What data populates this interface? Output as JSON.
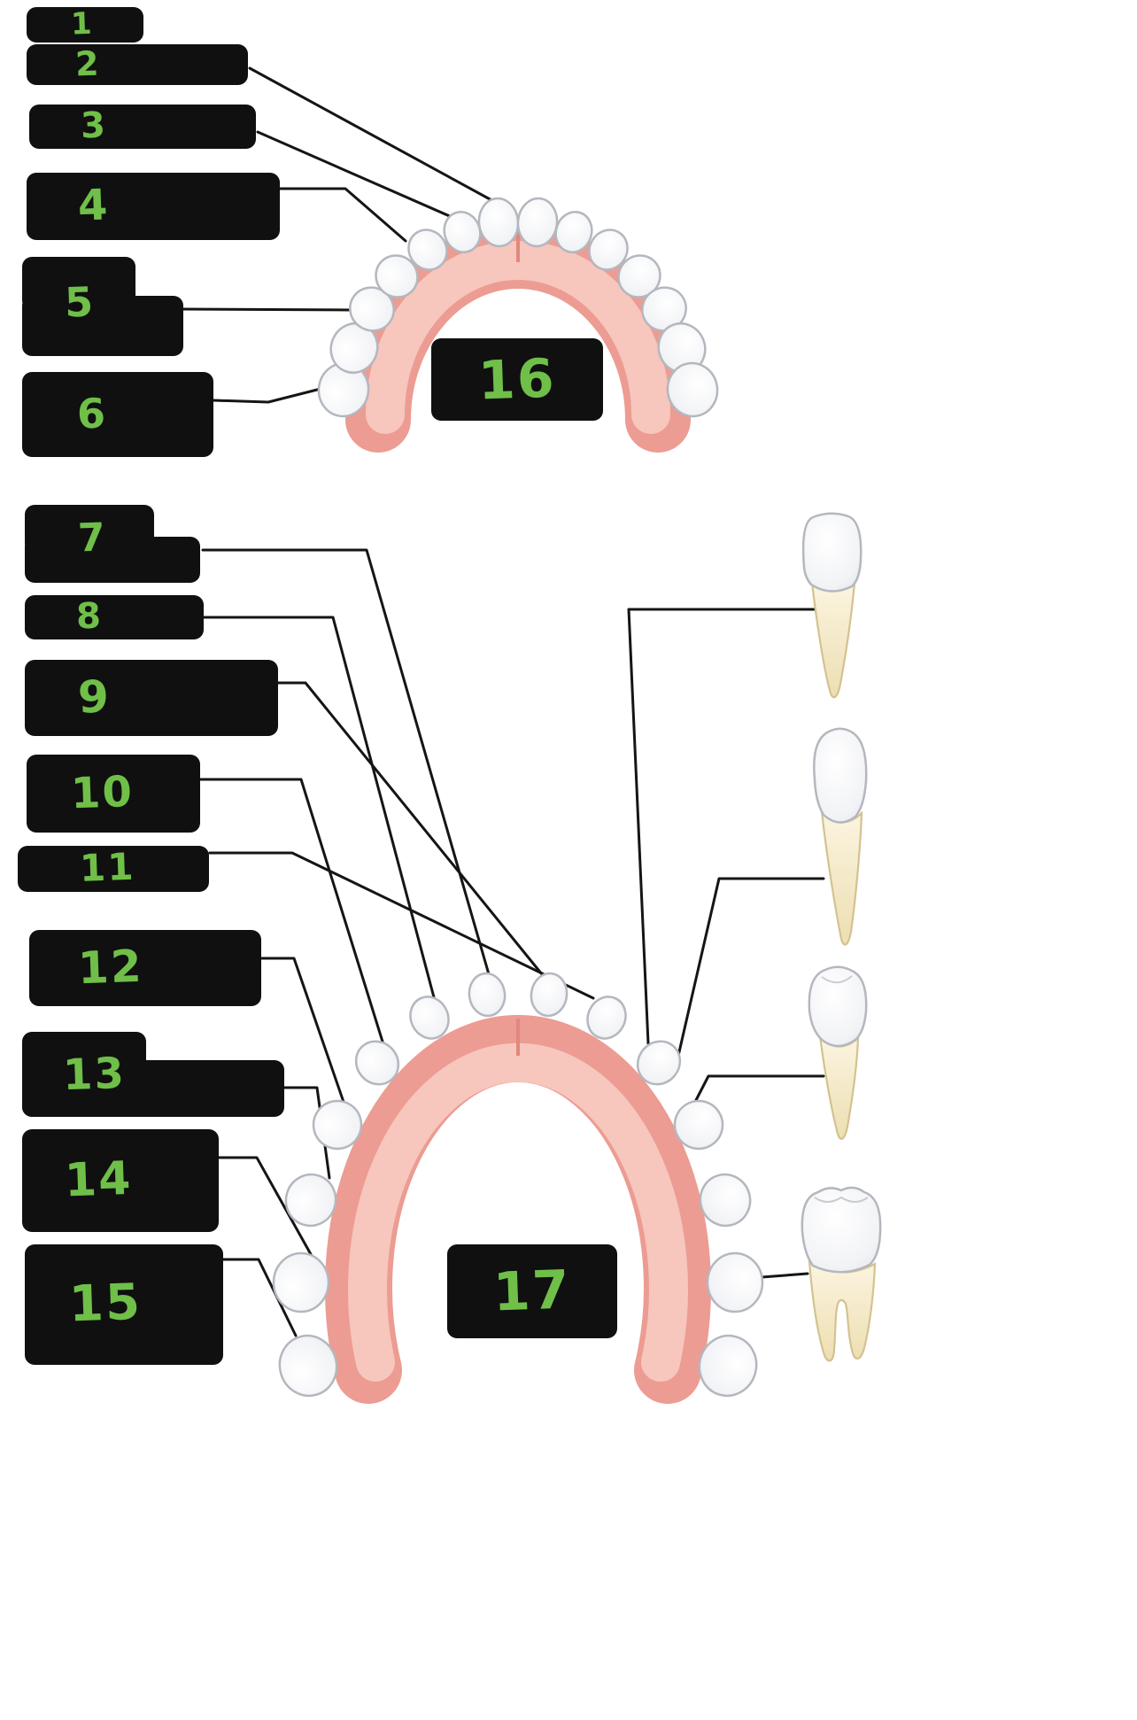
{
  "upper_arch": {
    "description": "maxillary dental arch occlusal view",
    "labels": [
      {
        "num": "1"
      },
      {
        "num": "2"
      },
      {
        "num": "3"
      },
      {
        "num": "4"
      },
      {
        "num": "5"
      },
      {
        "num": "6"
      }
    ],
    "center": {
      "num": "16"
    }
  },
  "lower_arch": {
    "description": "mandibular dental arch occlusal view",
    "labels": [
      {
        "num": "7"
      },
      {
        "num": "8"
      },
      {
        "num": "9"
      },
      {
        "num": "10"
      },
      {
        "num": "11"
      },
      {
        "num": "12"
      },
      {
        "num": "13"
      },
      {
        "num": "14"
      },
      {
        "num": "15"
      }
    ],
    "center": {
      "num": "17"
    }
  },
  "tooth_illustrations": [
    {
      "name": "incisor-tooth"
    },
    {
      "name": "canine-tooth"
    },
    {
      "name": "premolar-tooth"
    },
    {
      "name": "molar-tooth"
    }
  ],
  "colors": {
    "number_green": "#6fbf49",
    "box_black": "#101010",
    "gum_pink": "#ec9c92",
    "gum_light": "#f7c6bd",
    "tooth_white": "#f8f9fa",
    "tooth_outline": "#b4b7be",
    "root_cream": "#f6edd3",
    "root_outline": "#d4c290",
    "connector_black": "#151515"
  }
}
